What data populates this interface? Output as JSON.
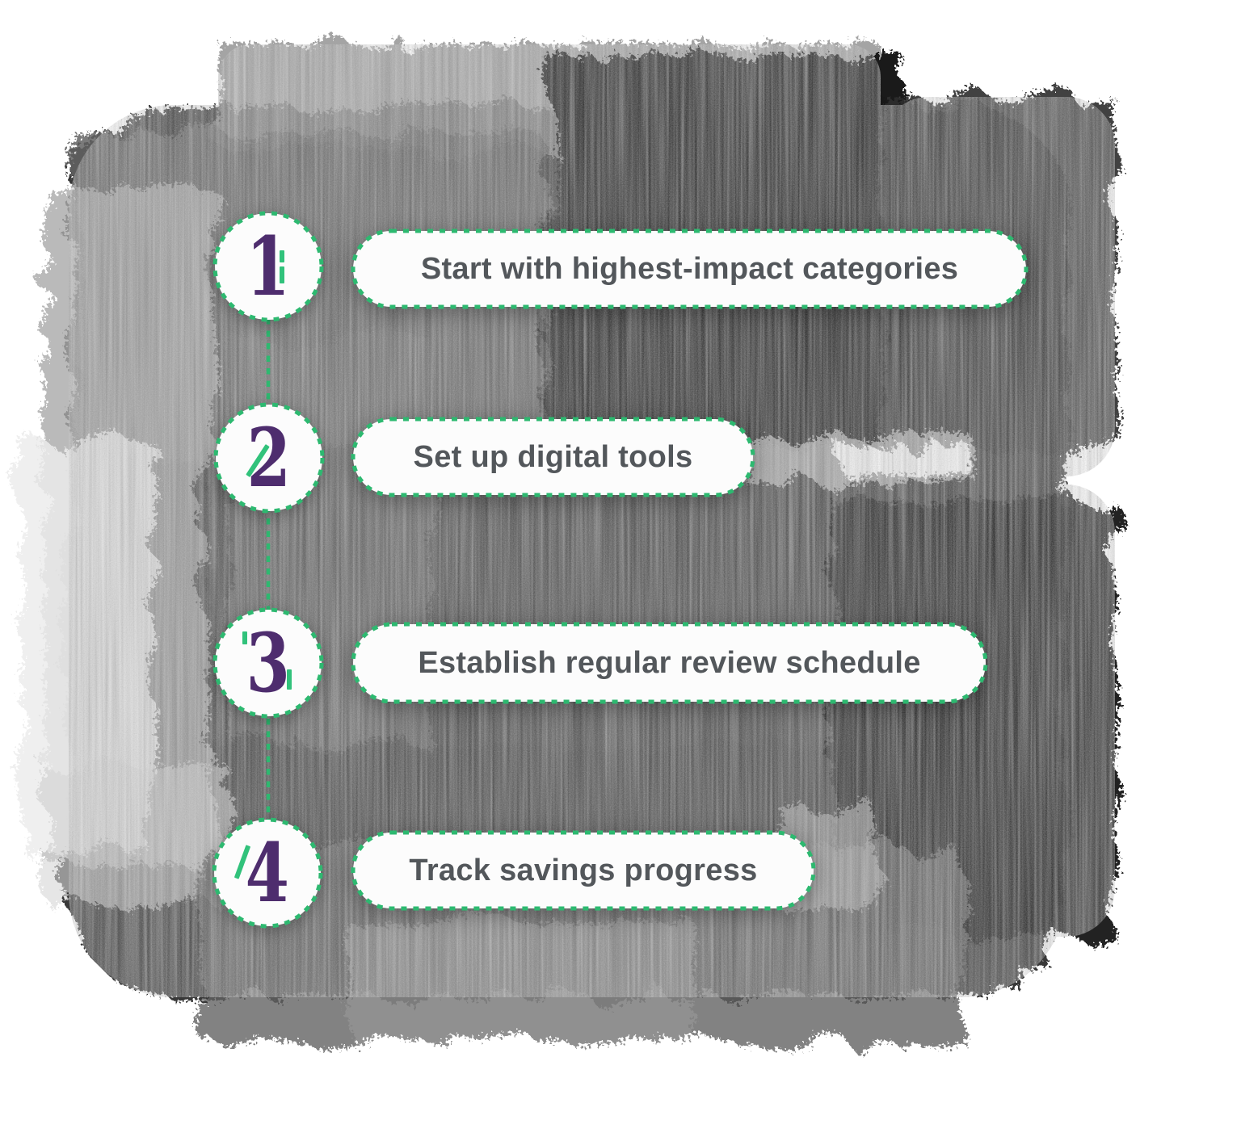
{
  "steps": [
    {
      "number": "1",
      "label": "Start with highest-impact categories"
    },
    {
      "number": "2",
      "label": "Set up digital tools"
    },
    {
      "number": "3",
      "label": "Establish regular review schedule"
    },
    {
      "number": "4",
      "label": "Track savings progress"
    }
  ],
  "colors": {
    "dash_green": "#2db970",
    "accent_green": "#31c27b",
    "number_purple": "#4e2d6e",
    "label_gray": "#53575b",
    "card_white": "#fcfcfc"
  }
}
